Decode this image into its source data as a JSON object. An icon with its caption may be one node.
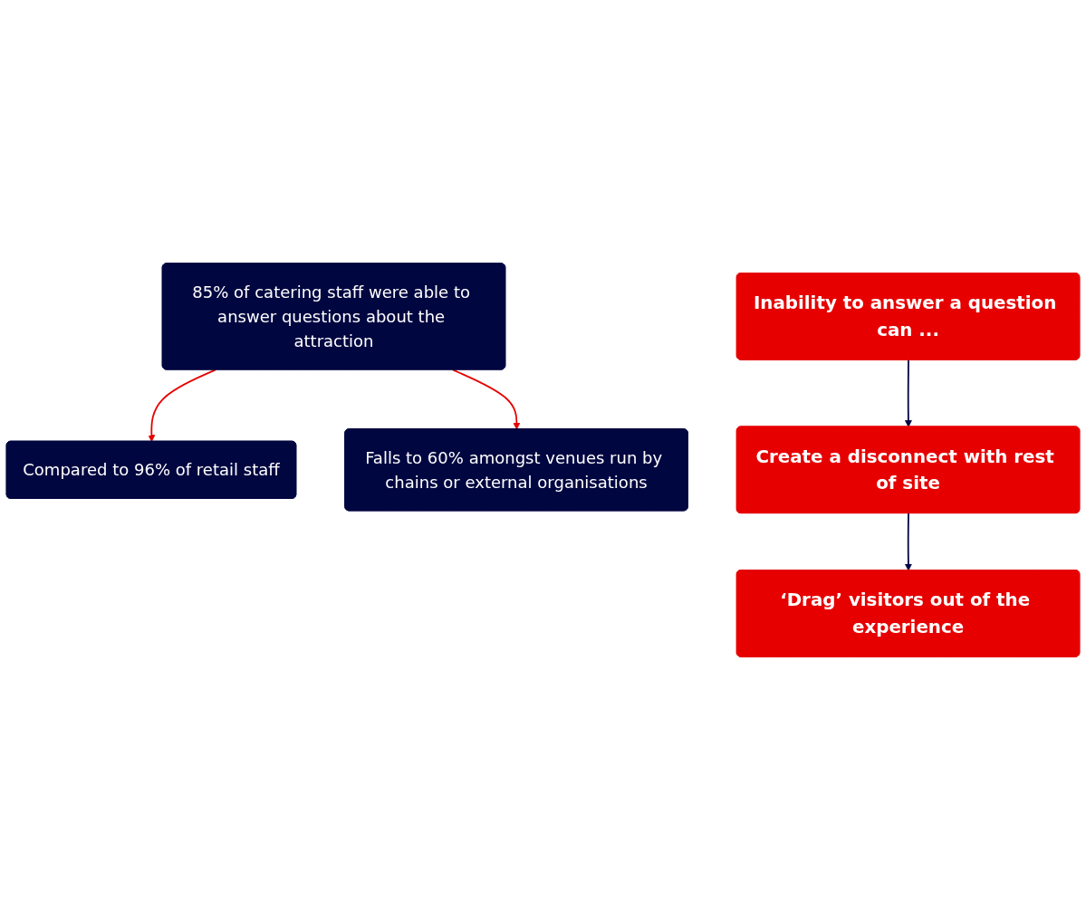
{
  "diagram": {
    "nodes": [
      {
        "text": [
          "85% of catering staff were able to answer questions about the attraction"
        ]
      },
      {
        "text": [
          "Compared to 96% of retail staff"
        ]
      },
      {
        "text": [
          "Falls to 60% amongst venues run by chains or external organisations"
        ]
      },
      {
        "text": [
          "Inability to answer a question can ..."
        ]
      },
      {
        "text": [
          "Create a disconnect with rest of site"
        ]
      },
      {
        "text": [
          "‘Drag’ visitors out of the experience"
        ]
      }
    ],
    "edges": [
      {
        "from": 0,
        "to": 1,
        "arrow": "to",
        "color": "#e60000"
      },
      {
        "from": 0,
        "to": 2,
        "arrow": "to",
        "color": "#e60000"
      },
      {
        "from": 3,
        "to": 4,
        "arrow": "to",
        "color": "#000640"
      },
      {
        "from": 4,
        "to": 5,
        "arrow": "to",
        "color": "#000640"
      }
    ]
  }
}
